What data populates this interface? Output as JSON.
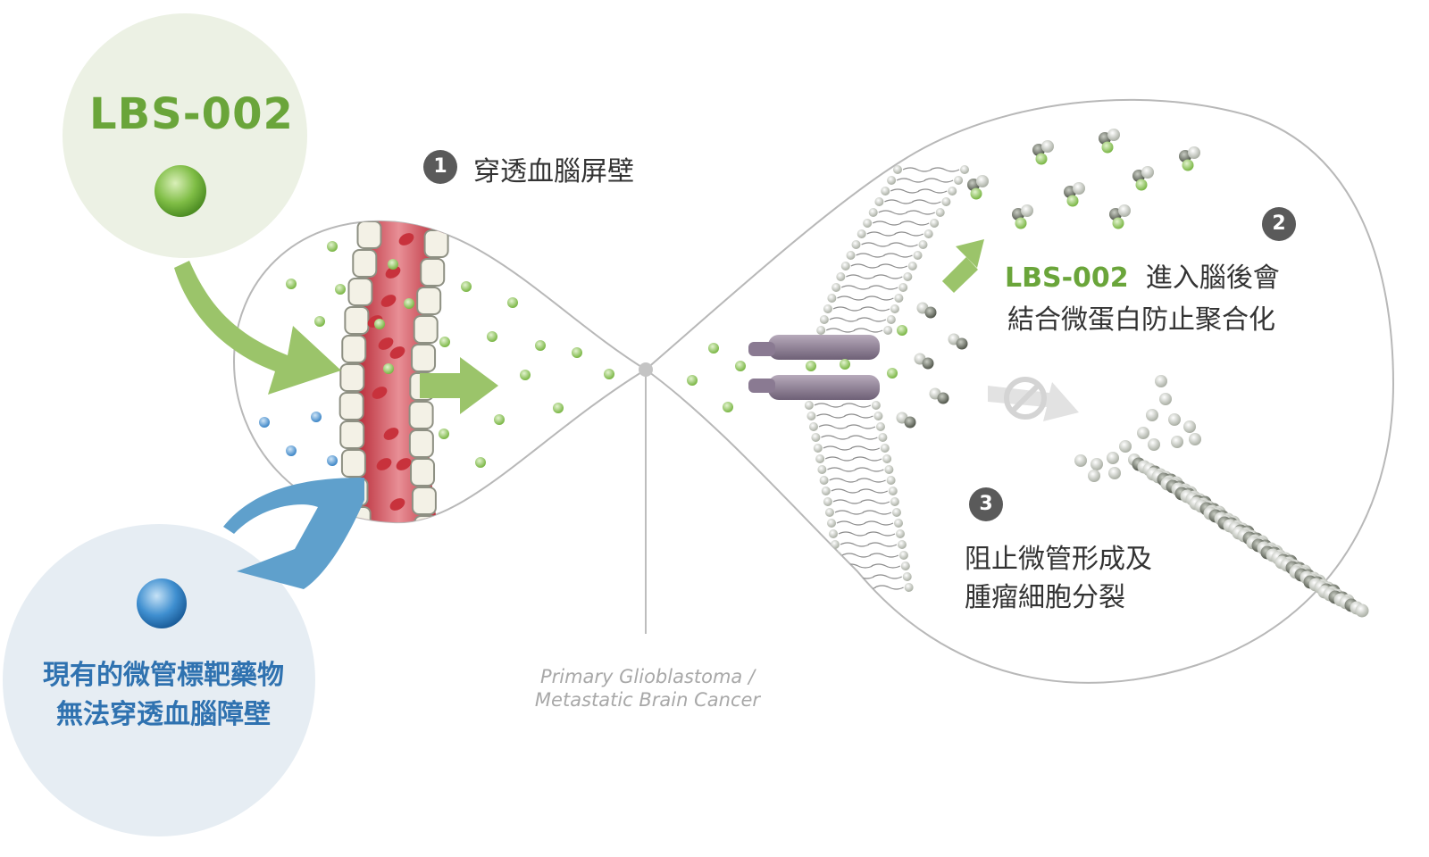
{
  "drug": {
    "name": "LBS-002"
  },
  "steps": [
    {
      "number": "1",
      "label": "穿透血腦屏壁"
    },
    {
      "number": "2",
      "drug": "LBS-002",
      "line1": "進入腦後會",
      "line2": "結合微蛋白防止聚合化"
    },
    {
      "number": "3",
      "line1": "阻止微管形成及",
      "line2": "腫瘤細胞分裂"
    }
  ],
  "existing_drugs": {
    "line1": "現有的微管標靶藥物",
    "line2": "無法穿透血腦障壁"
  },
  "caption": {
    "line1": "Primary Glioblastoma /",
    "line2": "Metastatic Brain Cancer"
  },
  "colors": {
    "lbs_green": "#6aa53a",
    "arrow_green": "#9bc46a",
    "arrow_blue": "#5fa0cc",
    "blue_text": "#2f72b0",
    "vessel_red": "#c8323c",
    "receptor_purple": "#8a7a92"
  },
  "icons": [
    "green-drug-sphere-icon",
    "blue-drug-sphere-icon",
    "blocked-sign-icon"
  ]
}
